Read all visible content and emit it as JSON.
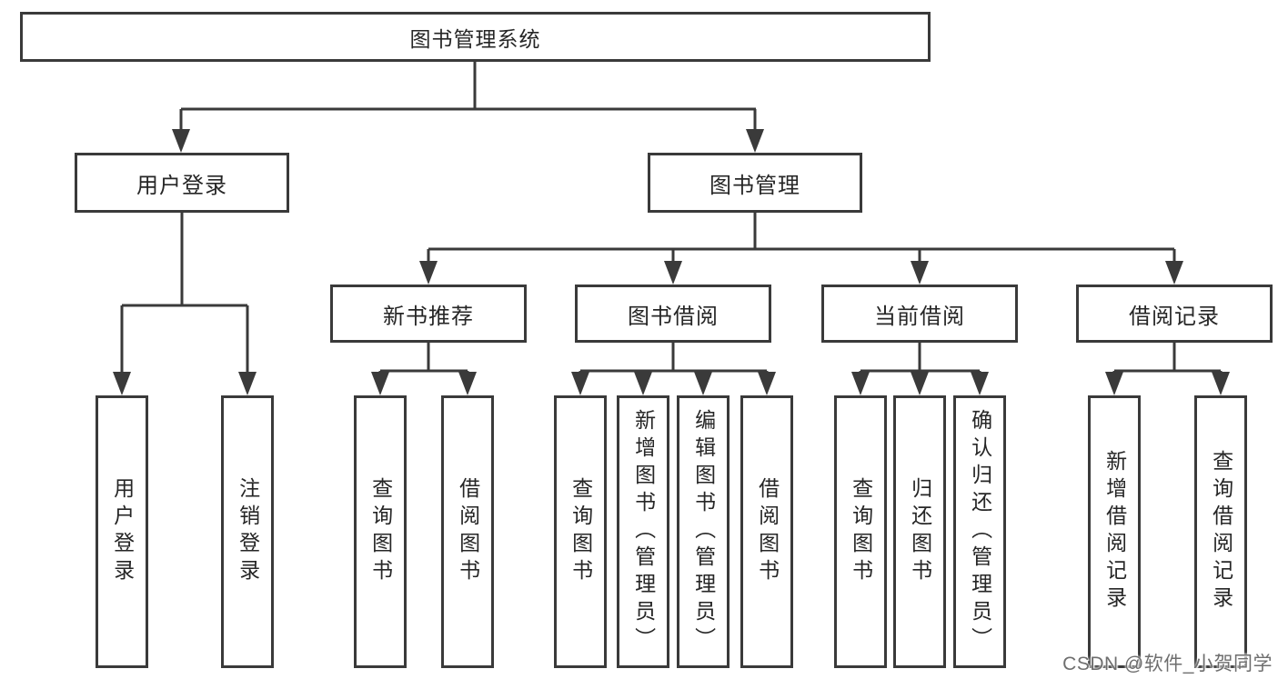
{
  "diagram": {
    "root": {
      "label": "图书管理系统"
    },
    "branches": {
      "user_login": {
        "label": "用户登录",
        "children": [
          {
            "label": "用户登录"
          },
          {
            "label": "注销登录"
          }
        ]
      },
      "book_mgmt": {
        "label": "图书管理",
        "groups": [
          {
            "label": "新书推荐",
            "children": [
              {
                "label": "查询图书"
              },
              {
                "label": "借阅图书"
              }
            ]
          },
          {
            "label": "图书借阅",
            "children": [
              {
                "label": "查询图书"
              },
              {
                "label": "新增图书（管理员）"
              },
              {
                "label": "编辑图书（管理员）"
              },
              {
                "label": "借阅图书"
              }
            ]
          },
          {
            "label": "当前借阅",
            "children": [
              {
                "label": "查询图书"
              },
              {
                "label": "归还图书"
              },
              {
                "label": "确认归还（管理员）"
              }
            ]
          },
          {
            "label": "借阅记录",
            "children": [
              {
                "label": "新增借阅记录"
              },
              {
                "label": "查询借阅记录"
              }
            ]
          }
        ]
      }
    }
  },
  "watermark": {
    "text": "CSDN @软件_小贺同学"
  },
  "colors": {
    "line": "#3a3a3a",
    "box_border": "#3a3a3a",
    "text": "#262626",
    "background": "#ffffff",
    "watermark": "#6e6e6e"
  }
}
